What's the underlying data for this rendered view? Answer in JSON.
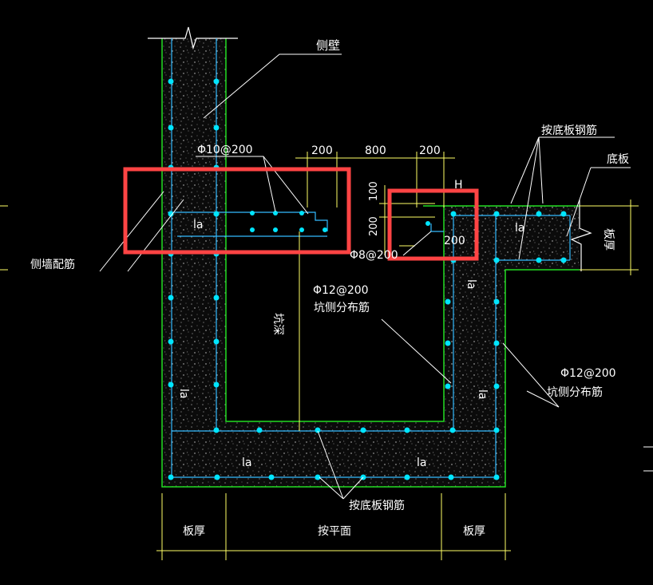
{
  "colors": {
    "background": "#000000",
    "concrete_outline": "#22dd22",
    "rebar_line": "#33bbff",
    "rebar_dot": "#00e5ff",
    "leader_line": "#ffffff",
    "dim_line": "#ffff66",
    "highlight_box": "#ff4444"
  },
  "labels": {
    "side_wall": "侧壁",
    "phi10_at_200": "Φ10@200",
    "dim_200_left": "200",
    "dim_800": "800",
    "dim_200_right": "200",
    "per_bottom_slab_rebar_top": "按底板钢筋",
    "bottom_slab": "底板",
    "dim_100": "100",
    "dim_200_vert": "200",
    "letter_h": "H",
    "dim_200_box": "200",
    "phi8_at_200": "Φ8@200",
    "side_wall_rebar": "侧墙配筋",
    "pit_depth": "坑深",
    "phi12_at_200_a": "Φ12@200",
    "pit_side_dist_a": "坑侧分布筋",
    "phi12_at_200_b": "Φ12@200",
    "pit_side_dist_b": "坑侧分布筋",
    "per_bottom_slab_rebar_bottom": "按底板钢筋",
    "slab_thickness_left": "板厚",
    "per_plan": "按平面",
    "slab_thickness_right": "板厚",
    "thickness_right": "板厚",
    "la_top_left": "la",
    "la_top_right": "la",
    "la_left_vert": "la",
    "la_mid_vert": "la",
    "la_bottom_left": "la",
    "la_bottom_right": "la",
    "la_pit_right_vert": "la"
  }
}
